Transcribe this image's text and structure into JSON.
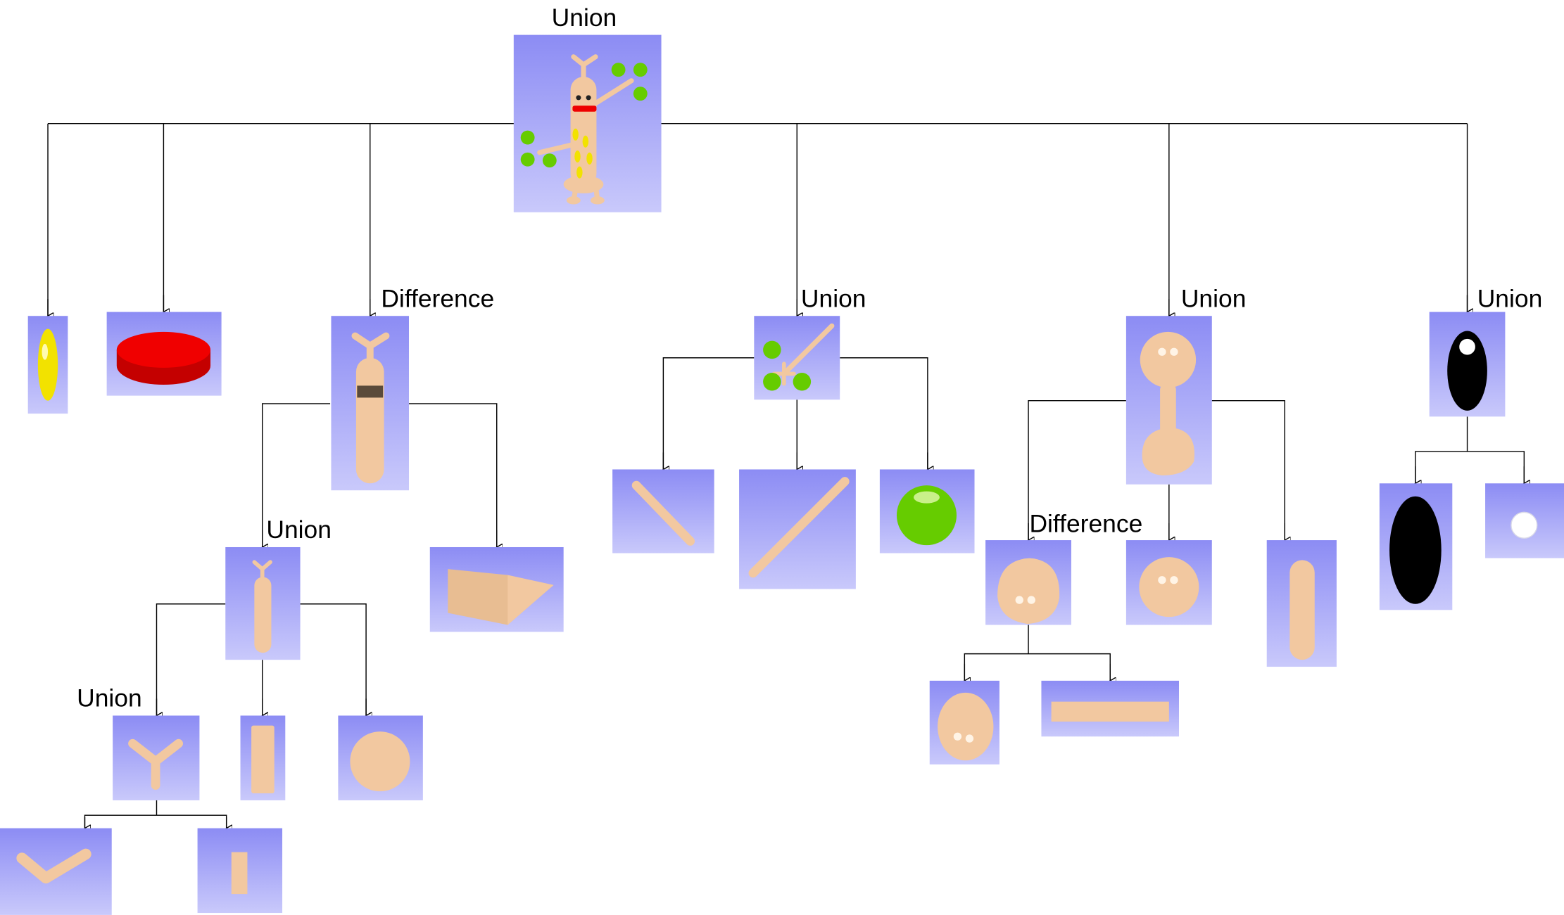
{
  "diagram": {
    "type": "csg-tree",
    "operation_labels": {
      "root": "Union",
      "head": "Difference",
      "body": "Union",
      "horns": "Union",
      "arms": "Union",
      "legs": "Union",
      "foot": "Difference",
      "eye": "Union"
    },
    "colors": {
      "background": "#ffffff",
      "tile_top": "#8c8cf4",
      "tile_bottom": "#c9c9fb",
      "skin": "#f2c8a0",
      "ball_green": "#66cc00",
      "button_yellow": "#f2e200",
      "mouth_red": "#ee0000",
      "edge": "#000000"
    },
    "nodes": [
      {
        "id": "root",
        "icon": "monster-icon"
      },
      {
        "id": "yellow-ellipsoid",
        "icon": "yellow-ellipsoid-icon"
      },
      {
        "id": "red-disk",
        "icon": "red-disk-icon"
      },
      {
        "id": "head",
        "icon": "head-capsule-icon"
      },
      {
        "id": "arms",
        "icon": "arm-with-balls-icon"
      },
      {
        "id": "legs",
        "icon": "dumbbell-leg-icon"
      },
      {
        "id": "eye",
        "icon": "eye-icon"
      },
      {
        "id": "body",
        "icon": "capsule-with-horns-icon"
      },
      {
        "id": "wedge",
        "icon": "wedge-icon"
      },
      {
        "id": "stick-short",
        "icon": "short-stick-icon"
      },
      {
        "id": "stick-long",
        "icon": "long-stick-icon"
      },
      {
        "id": "green-ball",
        "icon": "green-ball-icon"
      },
      {
        "id": "foot",
        "icon": "foot-shape-icon"
      },
      {
        "id": "knee-ball",
        "icon": "skin-ball-icon"
      },
      {
        "id": "leg-capsule",
        "icon": "vertical-capsule-icon"
      },
      {
        "id": "eye-black",
        "icon": "black-ellipsoid-icon"
      },
      {
        "id": "eye-white",
        "icon": "white-ball-icon"
      },
      {
        "id": "horns",
        "icon": "y-shape-icon"
      },
      {
        "id": "neck-cylinder",
        "icon": "cylinder-icon"
      },
      {
        "id": "skin-sphere",
        "icon": "skin-sphere-icon"
      },
      {
        "id": "foot-ellipsoid",
        "icon": "ellipsoid-icon"
      },
      {
        "id": "foot-slab",
        "icon": "flat-box-icon"
      },
      {
        "id": "v-shape",
        "icon": "v-shape-icon"
      },
      {
        "id": "small-cylinder",
        "icon": "small-cylinder-icon"
      }
    ]
  }
}
